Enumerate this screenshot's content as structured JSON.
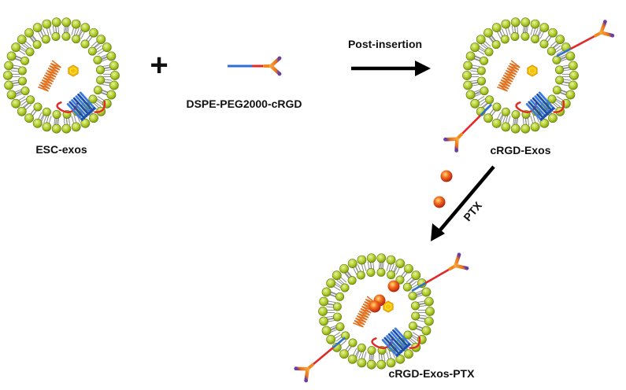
{
  "labels": {
    "esc_exos": "ESC-exos",
    "plus": "+",
    "dspe_peg": "DSPE-PEG2000-cRGD",
    "post_insertion": "Post-insertion",
    "crgd_exos": "cRGD-Exos",
    "ptx": "PTX",
    "crgd_exos_ptx": "cRGD-Exos-PTX"
  },
  "colors": {
    "lipid_head": "#b2cc2a",
    "lipid_head_outline": "#5c7a0e",
    "lipid_tail": "#8a8a8a",
    "peg_chain_blue": "#2f6fd0",
    "peg_chain_red": "#e02a2a",
    "rgd_orange": "#f08a1e",
    "rgd_purple": "#6b3fa0",
    "spring": "#e0701e",
    "hexagon": "#f5c400",
    "ptx_drug": "#e34a1c",
    "arrow": "#000000"
  },
  "icons": {
    "vesicle": "exosome-vesicle",
    "ligand": "dspe-peg-crgd-ligand",
    "drug": "paclitaxel-sphere"
  }
}
